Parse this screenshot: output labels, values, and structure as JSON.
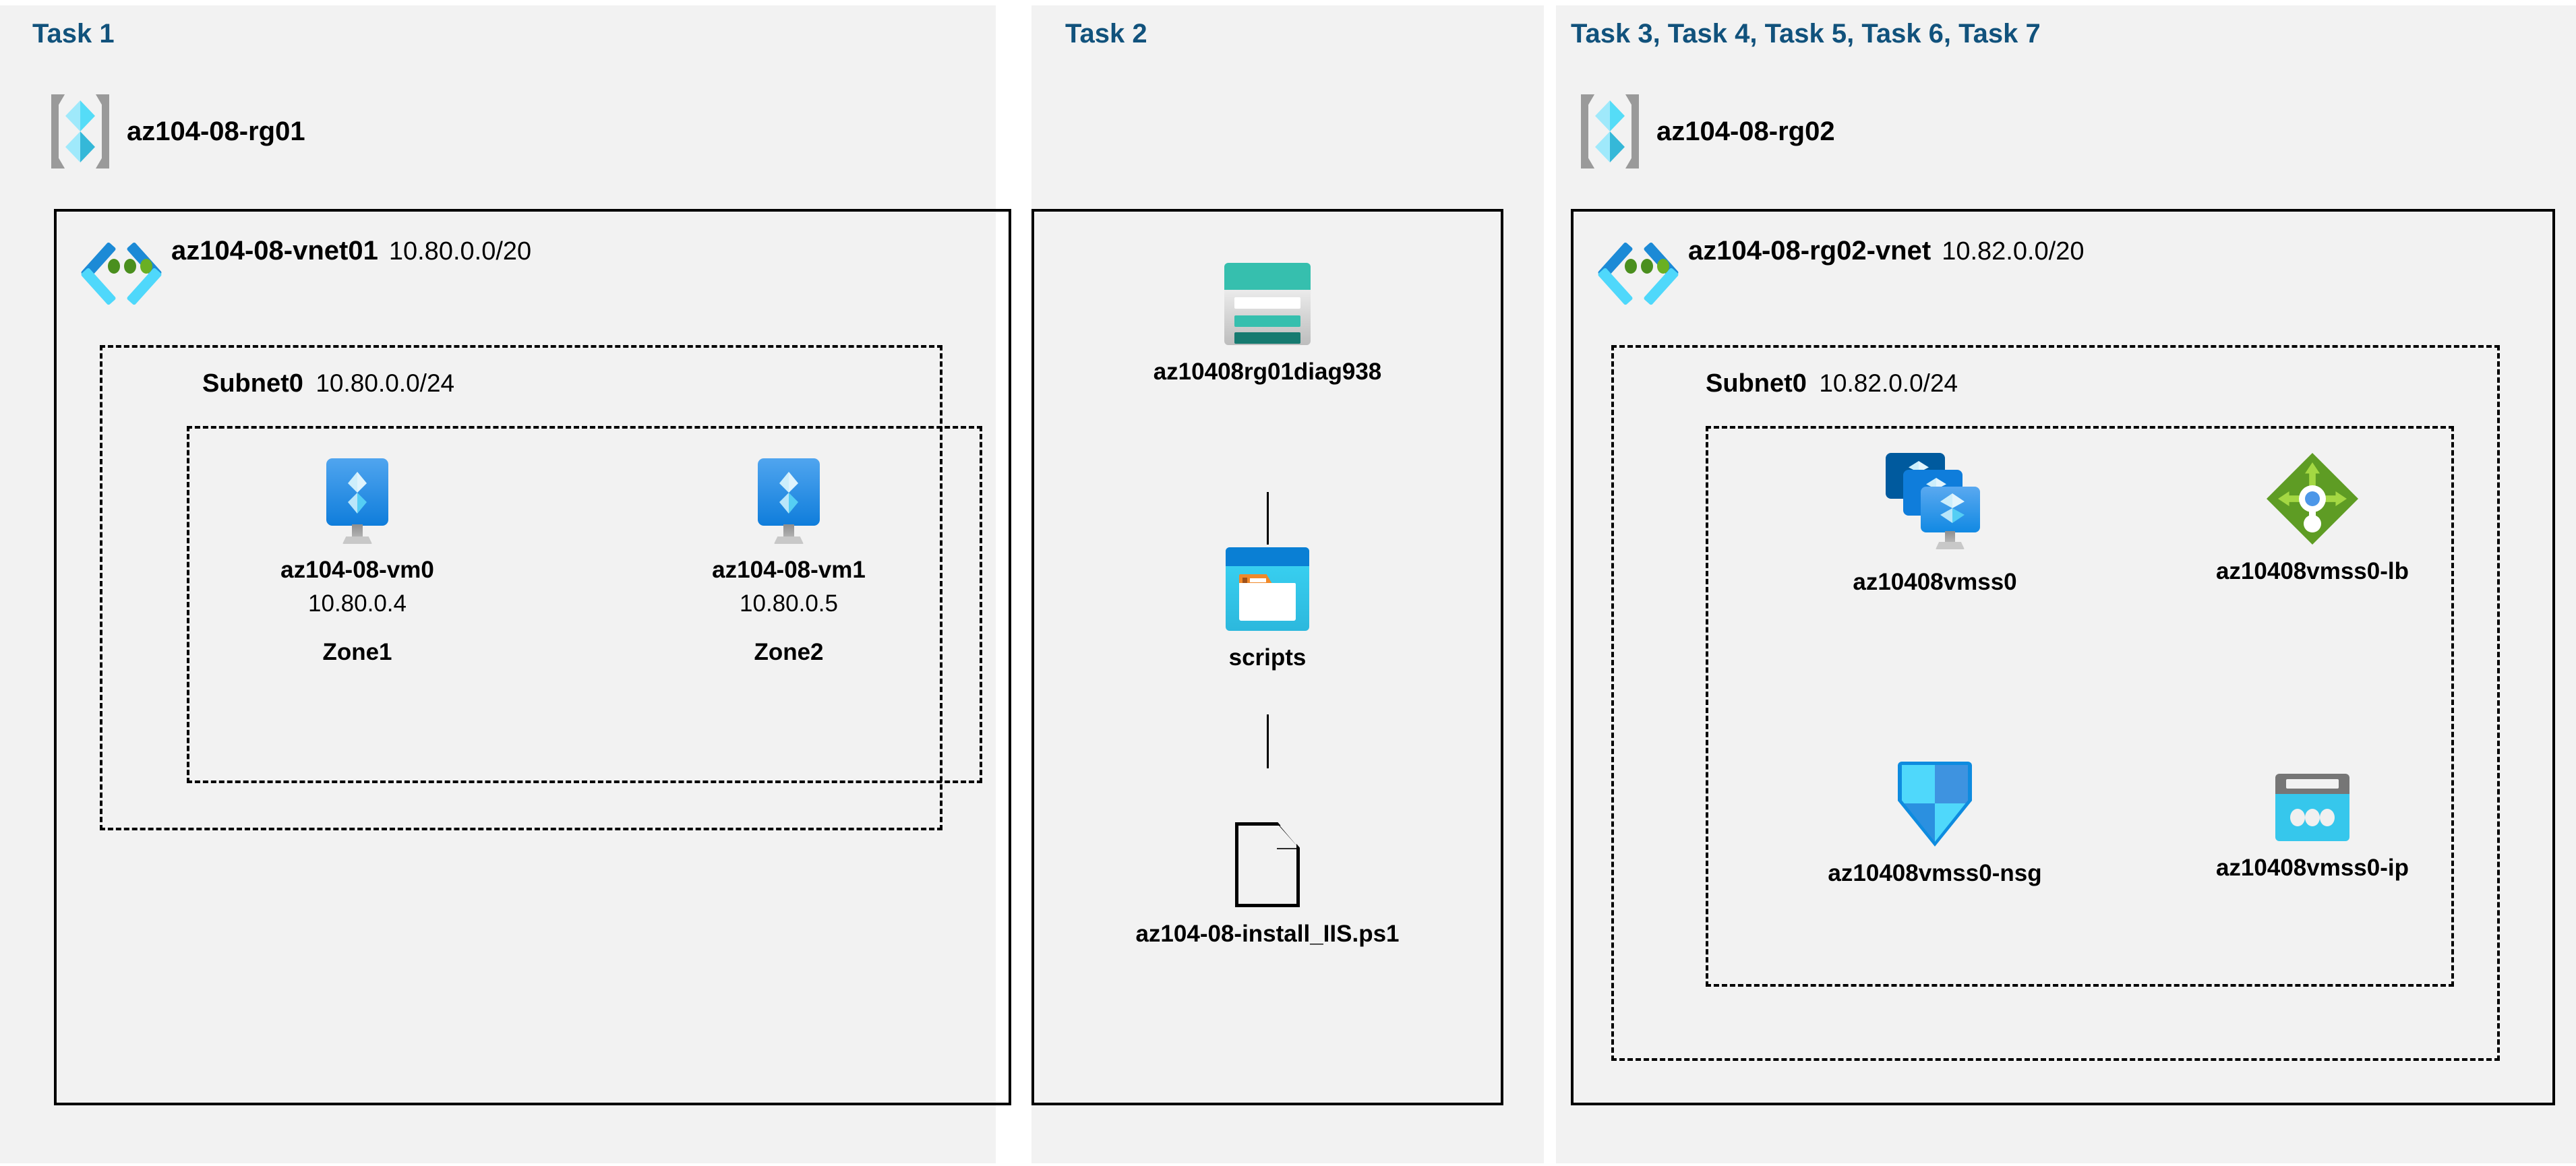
{
  "background_color": "#f2f2f2",
  "accent_color": "#11527c",
  "panels": [
    {
      "task_label": "Task 1",
      "resource_group": {
        "icon": "resource-group-icon",
        "name": "az104-08-rg01"
      },
      "vnet": {
        "icon": "virtual-network-icon",
        "name": "az104-08-vnet01",
        "cidr": "10.80.0.0/20"
      },
      "subnet": {
        "name": "Subnet0",
        "cidr": "10.80.0.0/24"
      },
      "vms": [
        {
          "icon": "virtual-machine-icon",
          "name": "az104-08-vm0",
          "ip": "10.80.0.4",
          "zone": "Zone1"
        },
        {
          "icon": "virtual-machine-icon",
          "name": "az104-08-vm1",
          "ip": "10.80.0.5",
          "zone": "Zone2"
        }
      ]
    },
    {
      "task_label": "Task 2",
      "items": [
        {
          "icon": "storage-account-icon",
          "name": "az10408rg01diag938"
        },
        {
          "icon": "blob-container-icon",
          "name": "scripts"
        },
        {
          "icon": "file-icon",
          "name": "az104-08-install_IIS.ps1"
        }
      ]
    },
    {
      "task_label": "Task 3, Task 4, Task 5, Task 6, Task 7",
      "resource_group": {
        "icon": "resource-group-icon",
        "name": "az104-08-rg02"
      },
      "vnet": {
        "icon": "virtual-network-icon",
        "name": "az104-08-rg02-vnet",
        "cidr": "10.82.0.0/20"
      },
      "subnet": {
        "name": "Subnet0",
        "cidr": "10.82.0.0/24"
      },
      "resources": [
        {
          "icon": "vm-scale-set-icon",
          "name": "az10408vmss0"
        },
        {
          "icon": "load-balancer-icon",
          "name": "az10408vmss0-lb"
        },
        {
          "icon": "network-security-group-icon",
          "name": "az10408vmss0-nsg"
        },
        {
          "icon": "public-ip-address-icon",
          "name": "az10408vmss0-ip"
        }
      ]
    }
  ]
}
